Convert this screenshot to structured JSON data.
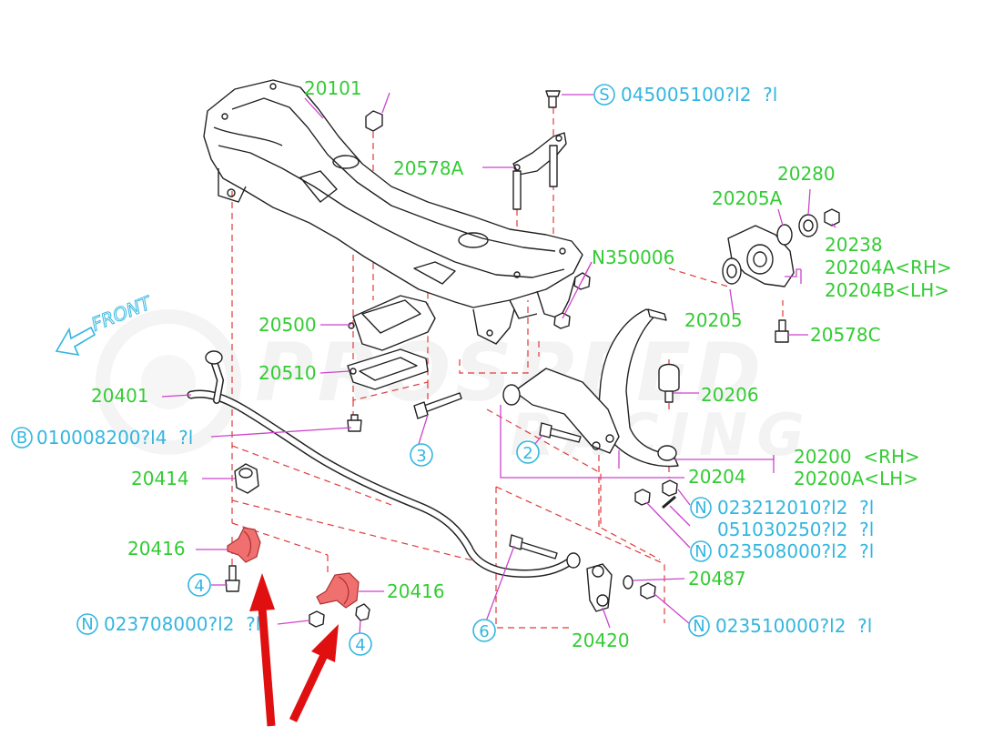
{
  "diagram": {
    "watermark": {
      "line1": "PROSPEED",
      "line2": "RACING"
    },
    "direction_label": "FRONT",
    "part_labels": [
      {
        "id": "p20101",
        "text": "20101"
      },
      {
        "id": "p20578a",
        "text": "20578A"
      },
      {
        "id": "p20280",
        "text": "20280"
      },
      {
        "id": "p20205a",
        "text": "20205A"
      },
      {
        "id": "p20238",
        "text": "20238"
      },
      {
        "id": "pN350006",
        "text": "N350006"
      },
      {
        "id": "p20204a",
        "text": "20204A<RH>"
      },
      {
        "id": "p20204b",
        "text": "20204B<LH>"
      },
      {
        "id": "p20205",
        "text": "20205"
      },
      {
        "id": "p20578c",
        "text": "20578C"
      },
      {
        "id": "p20500",
        "text": "20500"
      },
      {
        "id": "p20510",
        "text": "20510"
      },
      {
        "id": "p20401",
        "text": "20401"
      },
      {
        "id": "p20206",
        "text": "20206"
      },
      {
        "id": "p20200",
        "text": "20200  <RH>"
      },
      {
        "id": "p20200a",
        "text": "20200A<LH>"
      },
      {
        "id": "p20204",
        "text": "20204"
      },
      {
        "id": "p20414",
        "text": "20414"
      },
      {
        "id": "p20416a",
        "text": "20416"
      },
      {
        "id": "p20416b",
        "text": "20416"
      },
      {
        "id": "p20487",
        "text": "20487"
      },
      {
        "id": "p20420",
        "text": "20420"
      }
    ],
    "std_parts": [
      {
        "id": "sS",
        "prefix": "S",
        "text": "045005100?l2  ?l"
      },
      {
        "id": "sB",
        "prefix": "B",
        "text": "010008200?l4  ?l"
      },
      {
        "id": "sN1",
        "prefix": "N",
        "text": "023212010?l2  ?l"
      },
      {
        "id": "sPin",
        "prefix": "",
        "text": "051030250?l2  ?l"
      },
      {
        "id": "sN2",
        "prefix": "N",
        "text": "023508000?l2  ?l"
      },
      {
        "id": "sN3",
        "prefix": "N",
        "text": "023708000?l2  ?l"
      },
      {
        "id": "sN4",
        "prefix": "N",
        "text": "023510000?l2  ?l"
      }
    ],
    "ref_numbers": [
      {
        "id": "r2",
        "text": "2"
      },
      {
        "id": "r3",
        "text": "3"
      },
      {
        "id": "r4a",
        "text": "4"
      },
      {
        "id": "r4b",
        "text": "4"
      },
      {
        "id": "r6",
        "text": "6"
      }
    ],
    "colors": {
      "label": "#33cc33",
      "std_label": "#33b6e0",
      "leader": "#cc44cc",
      "hidden_line": "#e03a3a",
      "highlight": "#f07070",
      "arrow": "#e01010"
    }
  }
}
